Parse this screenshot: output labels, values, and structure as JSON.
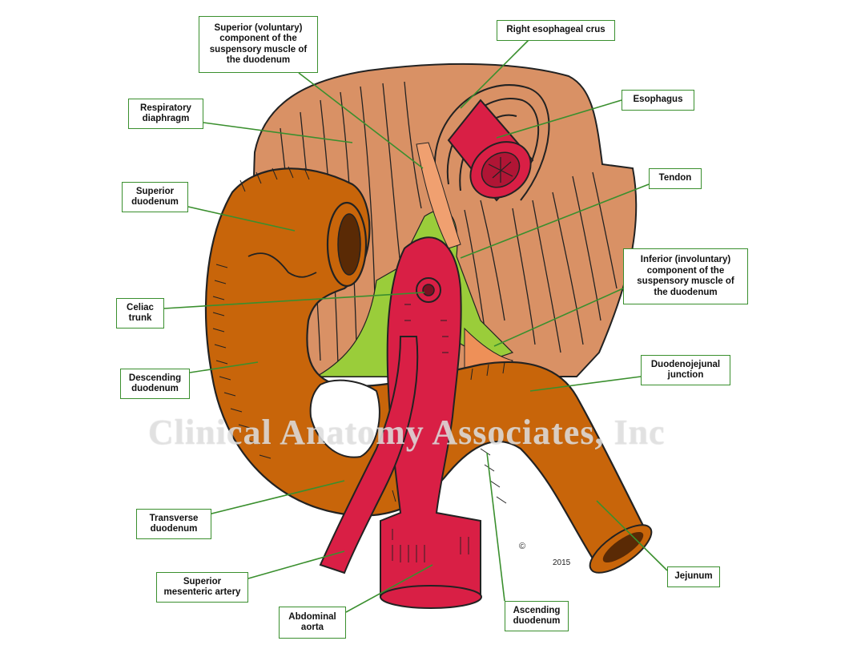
{
  "watermark": "Clinical Anatomy Associates, Inc",
  "signature": {
    "mark": "©",
    "year": "2015"
  },
  "labels": [
    {
      "id": "superior-voluntary-component",
      "text": "Superior (voluntary)\ncomponent of the\nsuspensory muscle of\nthe duodenum"
    },
    {
      "id": "right-esophageal-crus",
      "text": "Right esophageal crus"
    },
    {
      "id": "respiratory-diaphragm",
      "text": "Respiratory\ndiaphragm"
    },
    {
      "id": "esophagus",
      "text": "Esophagus"
    },
    {
      "id": "tendon",
      "text": "Tendon"
    },
    {
      "id": "superior-duodenum",
      "text": "Superior\nduodenum"
    },
    {
      "id": "inferior-involuntary-component",
      "text": "Inferior (involuntary)\ncomponent of the\nsuspensory muscle of\nthe duodenum"
    },
    {
      "id": "celiac-trunk",
      "text": "Celiac\ntrunk"
    },
    {
      "id": "duodenojejunal-junction",
      "text": "Duodenojejunal\njunction"
    },
    {
      "id": "descending-duodenum",
      "text": "Descending\nduodenum"
    },
    {
      "id": "transverse-duodenum",
      "text": "Transverse\nduodenum"
    },
    {
      "id": "jejunum",
      "text": "Jejunum"
    },
    {
      "id": "superior-mesenteric-artery",
      "text": "Superior\nmesenteric artery"
    },
    {
      "id": "abdominal-aorta",
      "text": "Abdominal\naorta"
    },
    {
      "id": "ascending-duodenum",
      "text": "Ascending\nduodenum"
    }
  ],
  "colors": {
    "diaphragm": "#d99165",
    "duodenum": "#c8650a",
    "artery": "#d91f45",
    "muscle_green": "#9acd3a",
    "leader": "#3a8f2e"
  }
}
